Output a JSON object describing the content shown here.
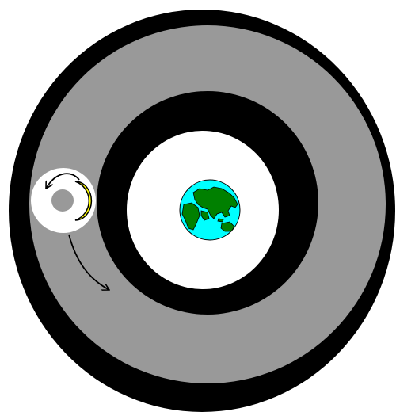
{
  "diagram": {
    "subject": "moon-orbit-around-earth",
    "colors": {
      "outer_ring": "#000000",
      "orbit_band": "#999999",
      "inner_ring": "#000000",
      "center_disc": "#ffffff",
      "ocean": "#00ffff",
      "land": "#008000",
      "moon_halo": "#ffffff",
      "moon_shadow": "#999999",
      "moon_lit": "#ffff00",
      "arrow": "#000000"
    },
    "elements": {
      "earth": "earth-globe",
      "moon": "crescent-moon",
      "rotation_arrow": "curved-arrow-counterclockwise",
      "orbit_arrow": "curved-arrow-down-right"
    }
  }
}
